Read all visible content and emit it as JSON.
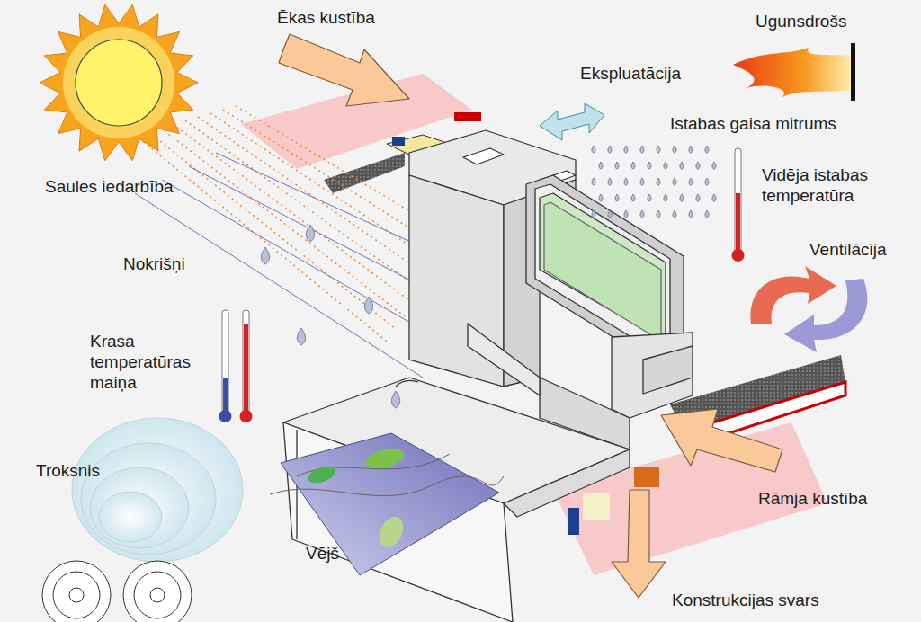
{
  "diagram": {
    "labels": [
      "Ēkas kustība",
      "Ugunsdrošs",
      "Ekspluatācija",
      "Istabas gaisa mitrums",
      "Vidēja istabas temperatūra",
      "Saules iedarbība",
      "Ventilācija",
      "Nokrišņi",
      "Krasa temperatūras maiņa",
      "Troksnis",
      "Rāmja kustība",
      "Vējš",
      "Konstrukcijas svars"
    ]
  }
}
